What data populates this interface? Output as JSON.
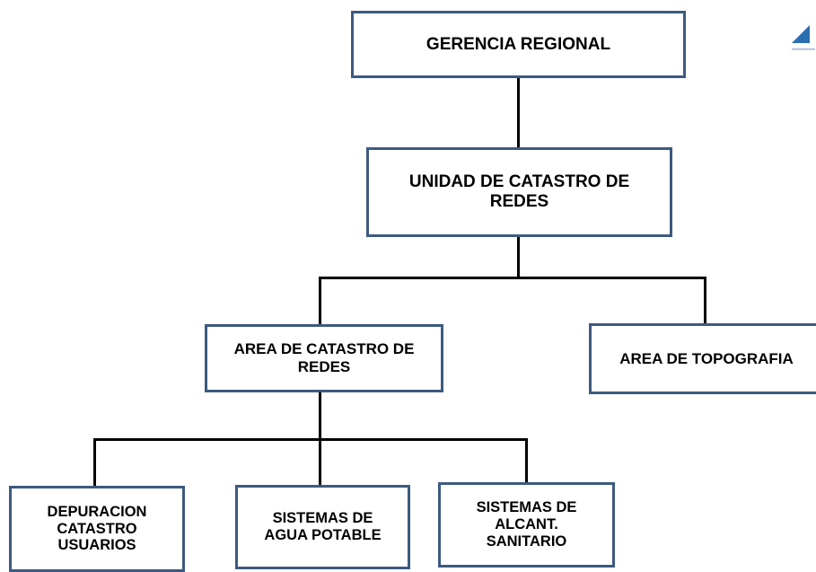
{
  "org_chart": {
    "root": "GERENCIA  REGIONAL",
    "unit": "UNIDAD DE CATASTRO DE\nREDES",
    "areas": [
      "AREA DE CATASTRO DE\nREDES",
      "AREA DE TOPOGRAFIA"
    ],
    "subareas": [
      "DEPURACION\nCATASTRO\nUSUARIOS",
      "SISTEMAS DE\nAGUA POTABLE",
      "SISTEMAS DE\nALCANT.\nSANITARIO"
    ]
  },
  "colors": {
    "box_border": "#3d5a80",
    "connector": "#000000",
    "logo": "#2a6fb0"
  },
  "logo": {
    "icon": "triangle-logo-icon"
  }
}
